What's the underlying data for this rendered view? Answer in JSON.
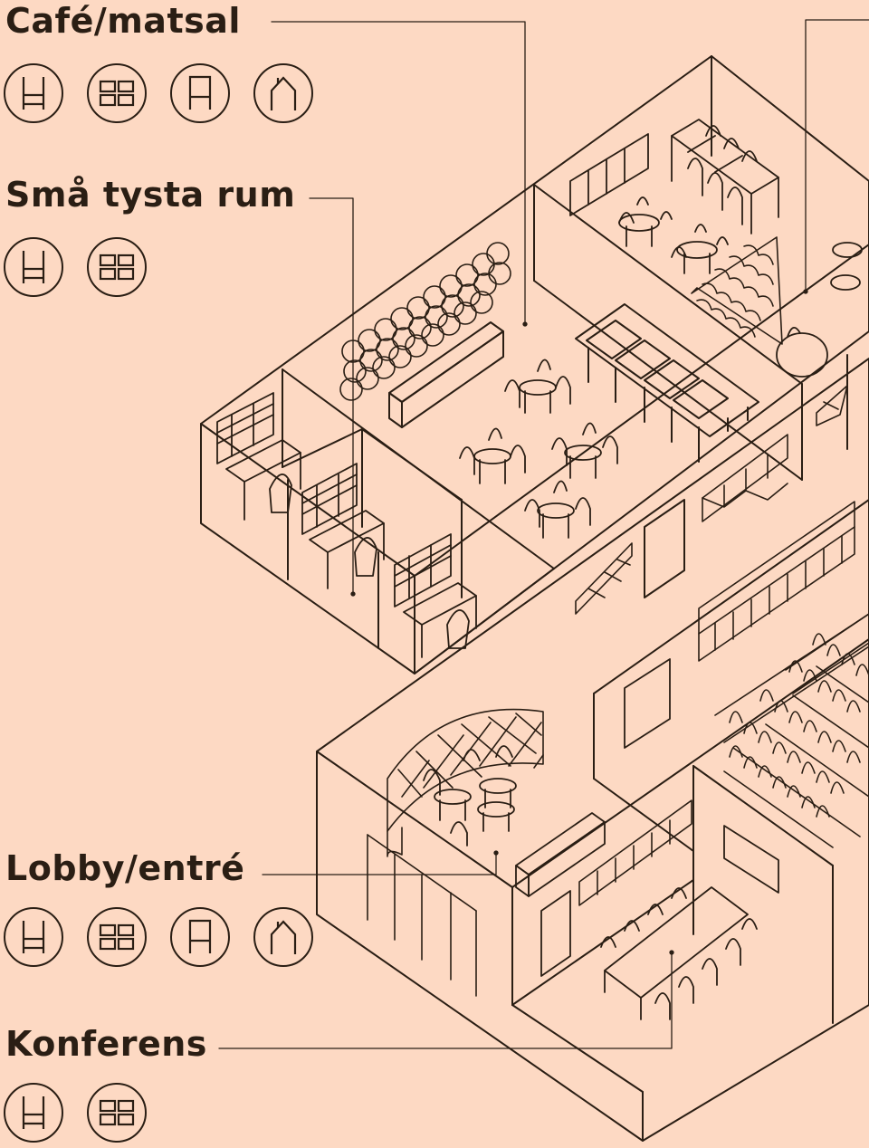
{
  "colors": {
    "background": "#FDD9C3",
    "ink": "#2A1E14"
  },
  "zones": [
    {
      "id": "cafe",
      "label": "Café/matsal",
      "icons": [
        "chair-icon",
        "grid-table-icon",
        "sign-board-icon",
        "house-icon"
      ]
    },
    {
      "id": "quiet",
      "label": "Små tysta rum",
      "icons": [
        "chair-icon",
        "grid-table-icon"
      ]
    },
    {
      "id": "lobby",
      "label": "Lobby/entré",
      "icons": [
        "chair-icon",
        "grid-table-icon",
        "sign-board-icon",
        "house-icon"
      ]
    },
    {
      "id": "conference",
      "label": "Konferens",
      "icons": [
        "chair-icon",
        "grid-table-icon"
      ]
    }
  ]
}
